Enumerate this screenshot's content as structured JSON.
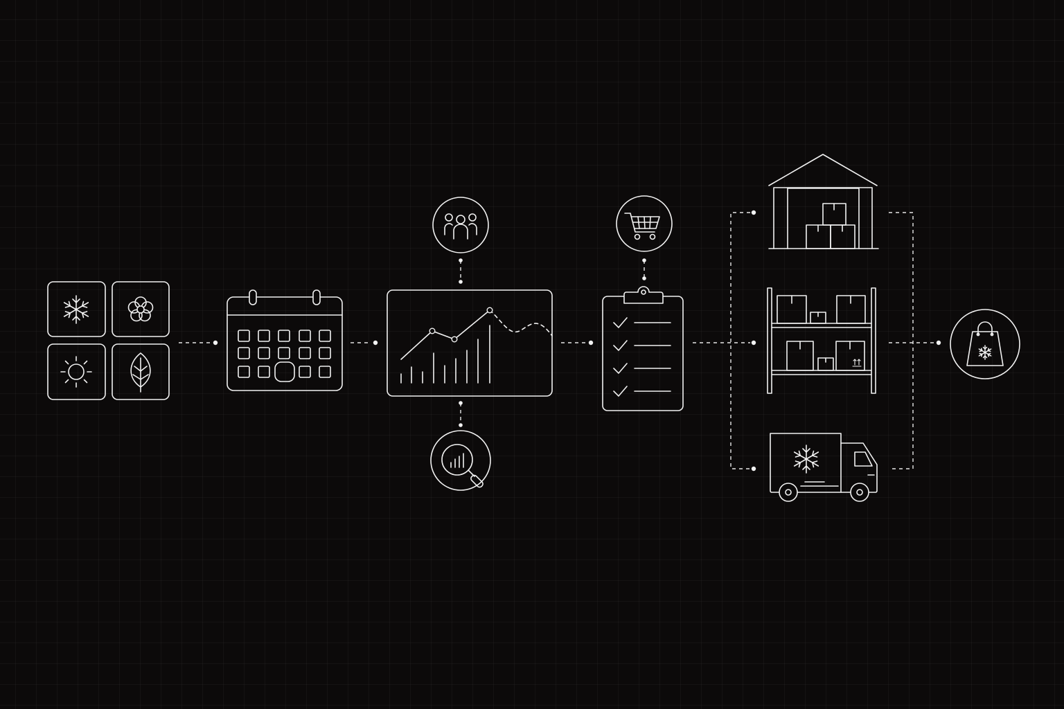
{
  "diagram": {
    "stages": [
      {
        "id": "seasons",
        "icons": [
          "snowflake-icon",
          "flower-icon",
          "sun-icon",
          "leaf-icon"
        ]
      },
      {
        "id": "calendar",
        "icons": [
          "calendar-icon"
        ]
      },
      {
        "id": "forecast-chart",
        "icons": [
          "line-chart-icon",
          "customers-icon",
          "analytics-search-icon"
        ]
      },
      {
        "id": "order-checklist",
        "icons": [
          "clipboard-checklist-icon",
          "shopping-cart-icon"
        ]
      },
      {
        "id": "distribution",
        "icons": [
          "warehouse-icon",
          "storage-shelves-icon",
          "refrigerated-truck-icon"
        ]
      },
      {
        "id": "customer",
        "icons": [
          "frozen-shopping-bag-icon"
        ]
      }
    ],
    "colors": {
      "background": "#0c0a0a",
      "line": "#f2f2f2",
      "grid": "#1e1c1c"
    }
  }
}
